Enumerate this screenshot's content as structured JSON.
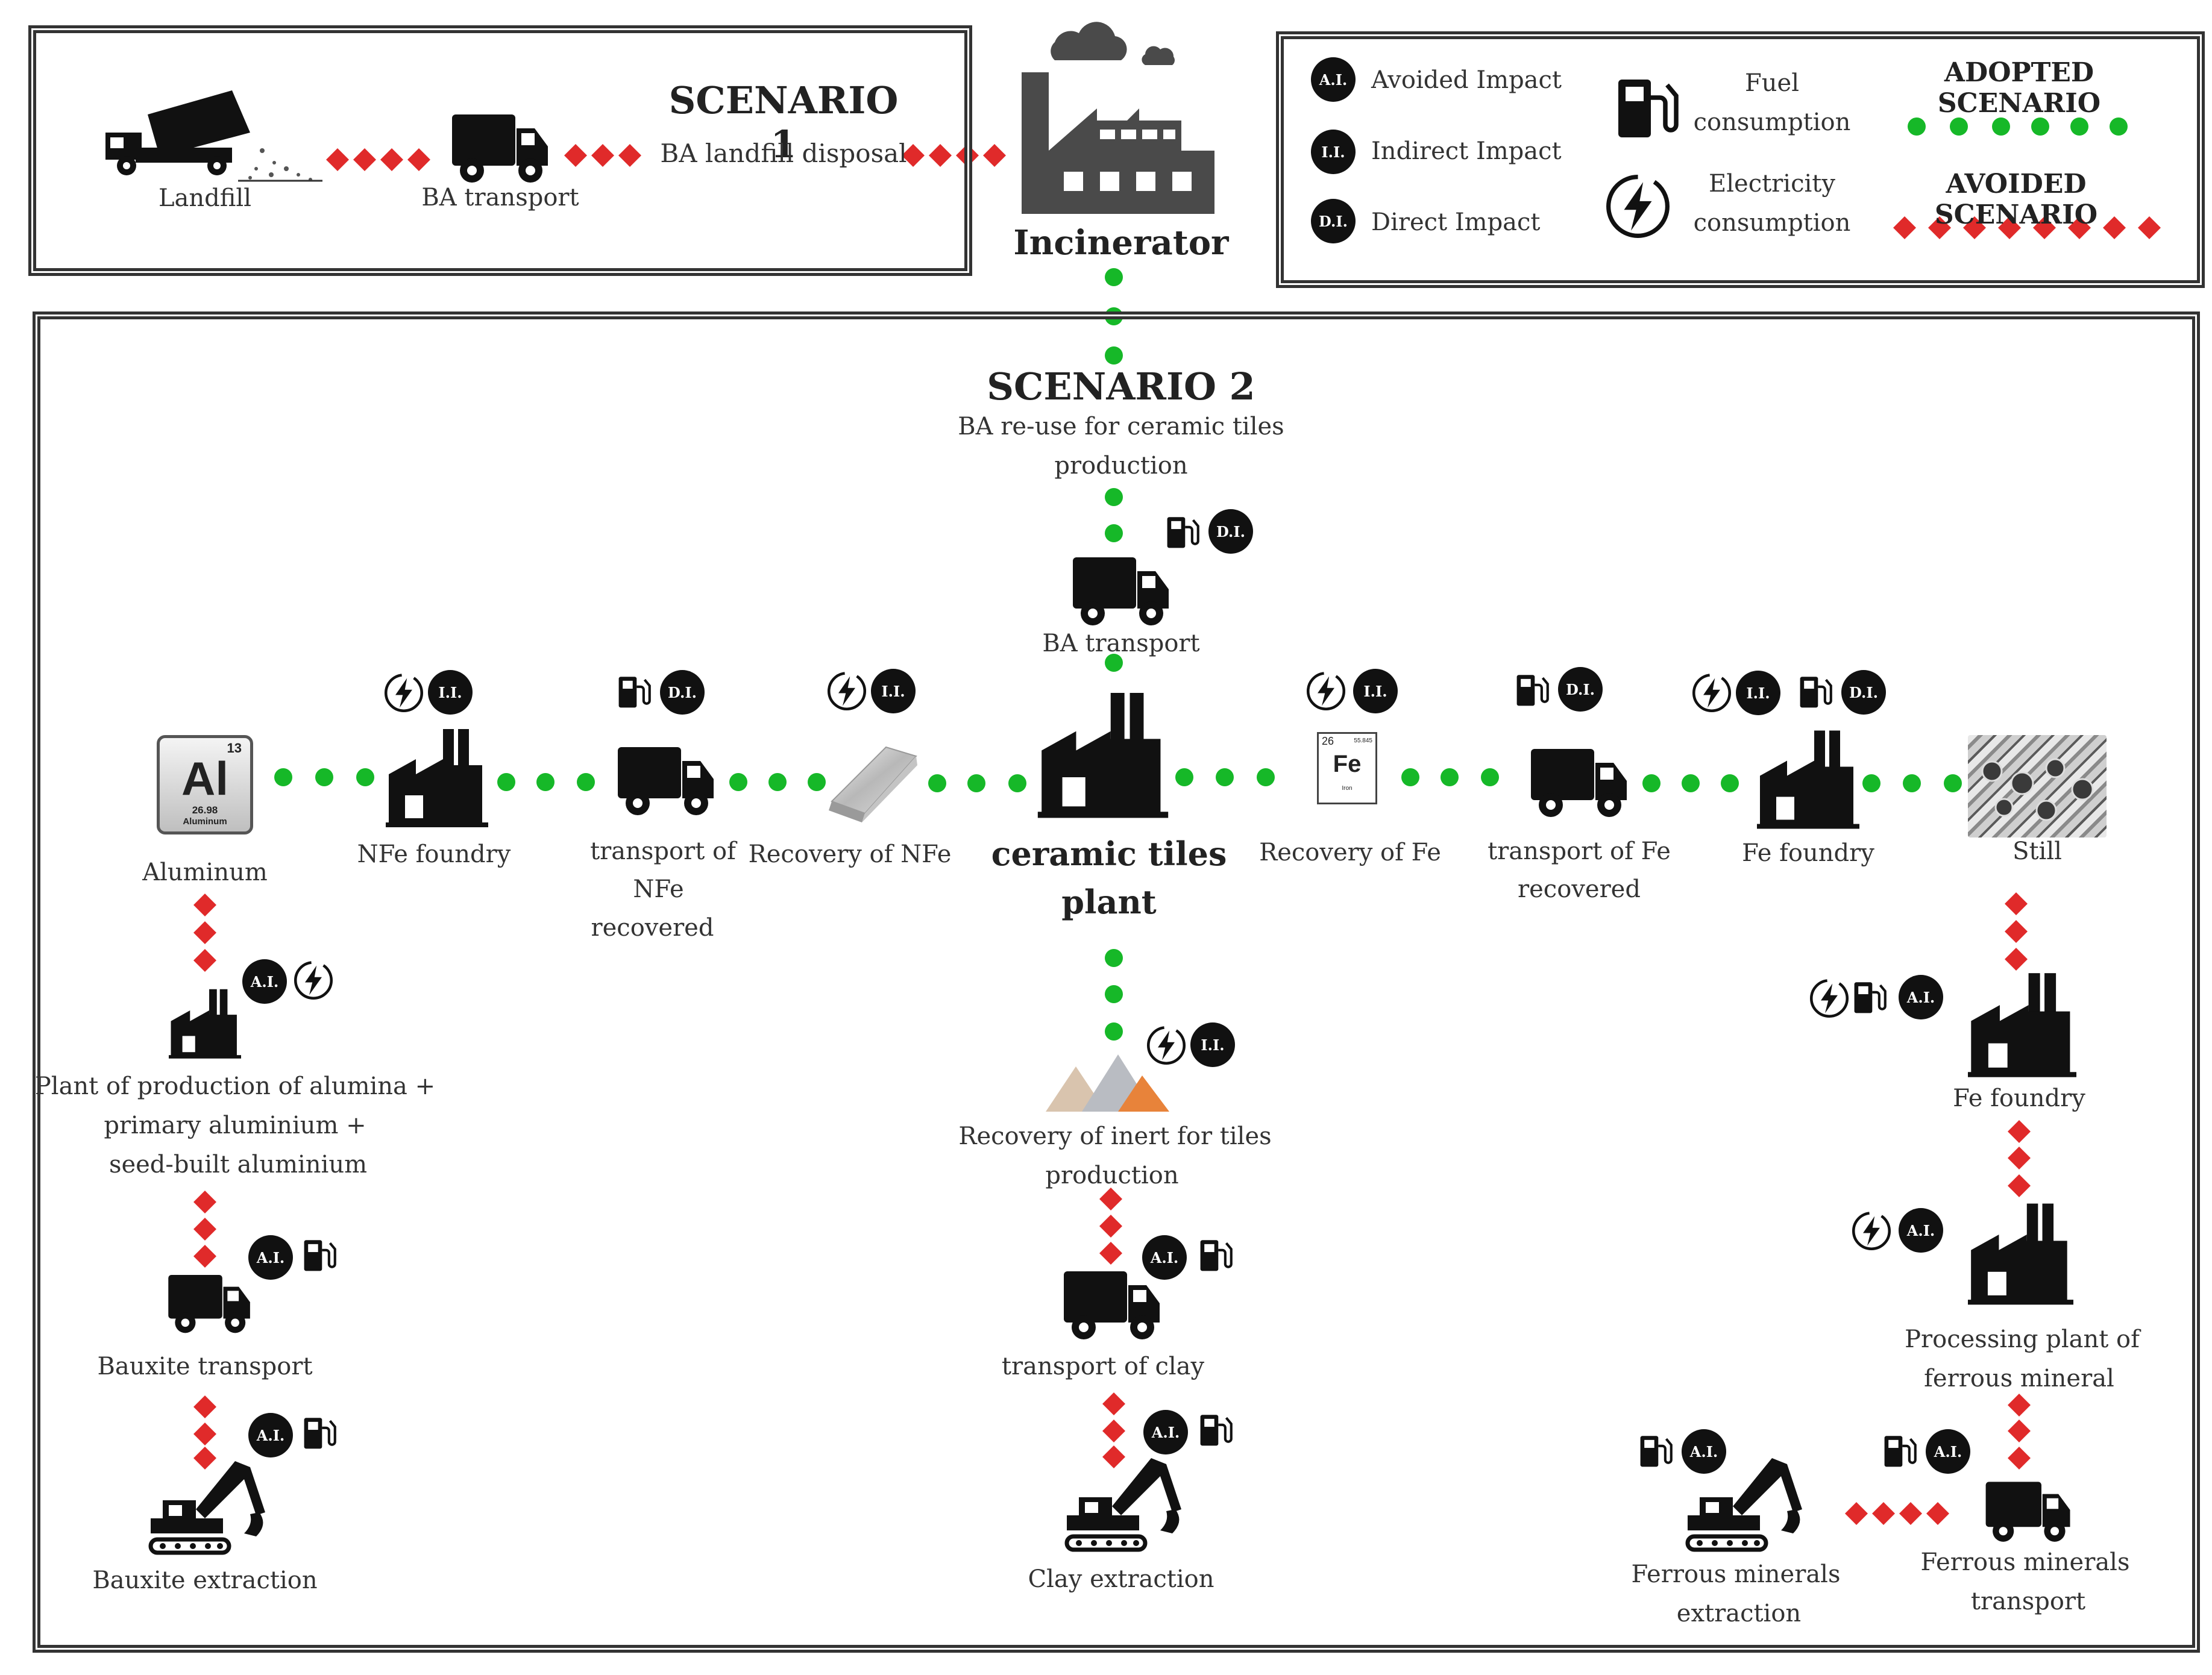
{
  "legend": {
    "avoided_badge": "A.I.",
    "avoided_label": "Avoided Impact",
    "indirect_badge": "I.I.",
    "indirect_label": "Indirect Impact",
    "direct_badge": "D.I.",
    "direct_label": "Direct Impact",
    "fuel_label_1": "Fuel",
    "fuel_label_2": "consumption",
    "elec_label_1": "Electricity",
    "elec_label_2": "consumption",
    "adopted": "ADOPTED SCENARIO",
    "avoided_scenario": "AVOIDED SCENARIO"
  },
  "colors": {
    "adopted": "#16b828",
    "avoided": "#e02a2a",
    "icon": "#111111"
  },
  "scenario1": {
    "title": "SCENARIO 1",
    "landfill": "Landfill",
    "transport": "BA transport",
    "disposal": "BA landfill disposal"
  },
  "incinerator": "Incinerator",
  "scenario2": {
    "title": "SCENARIO 2",
    "subtitle_1": "BA re-use for ceramic tiles",
    "subtitle_2": "production",
    "ba_transport": "BA transport",
    "plant_1": "ceramic tiles",
    "plant_2": "plant",
    "aluminum": "Aluminum",
    "nfe_foundry": "NFe foundry",
    "transport_nfe_1": "transport of",
    "transport_nfe_2": "NFe",
    "transport_nfe_3": "recovered",
    "recovery_nfe": "Recovery of NFe",
    "recovery_fe": "Recovery of Fe",
    "transport_fe_1": "transport of Fe",
    "transport_fe_2": "recovered",
    "fe_foundry": "Fe foundry",
    "still": "Still",
    "alumina_1": "Plant  of production of alumina +",
    "alumina_2": "primary aluminium +",
    "alumina_3": "seed-built aluminium",
    "bauxite_transport": "Bauxite transport",
    "bauxite_extraction": "Bauxite extraction",
    "inert_1": "Recovery of inert for tiles",
    "inert_2": "production",
    "clay_transport": "transport of clay",
    "clay_extraction": "Clay extraction",
    "fe_foundry_2": "Fe foundry",
    "processing_1": "Processing plant of",
    "processing_2": "ferrous mineral",
    "fm_extraction_1": "Ferrous minerals",
    "fm_extraction_2": "extraction",
    "fm_transport_1": "Ferrous minerals",
    "fm_transport_2": "transport"
  },
  "element_al": {
    "symbol": "Al",
    "number": "13",
    "mass": "26.98",
    "name": "Aluminum"
  },
  "element_fe": {
    "symbol": "Fe",
    "number": "26",
    "mass": "55.845",
    "name": "Iron"
  }
}
